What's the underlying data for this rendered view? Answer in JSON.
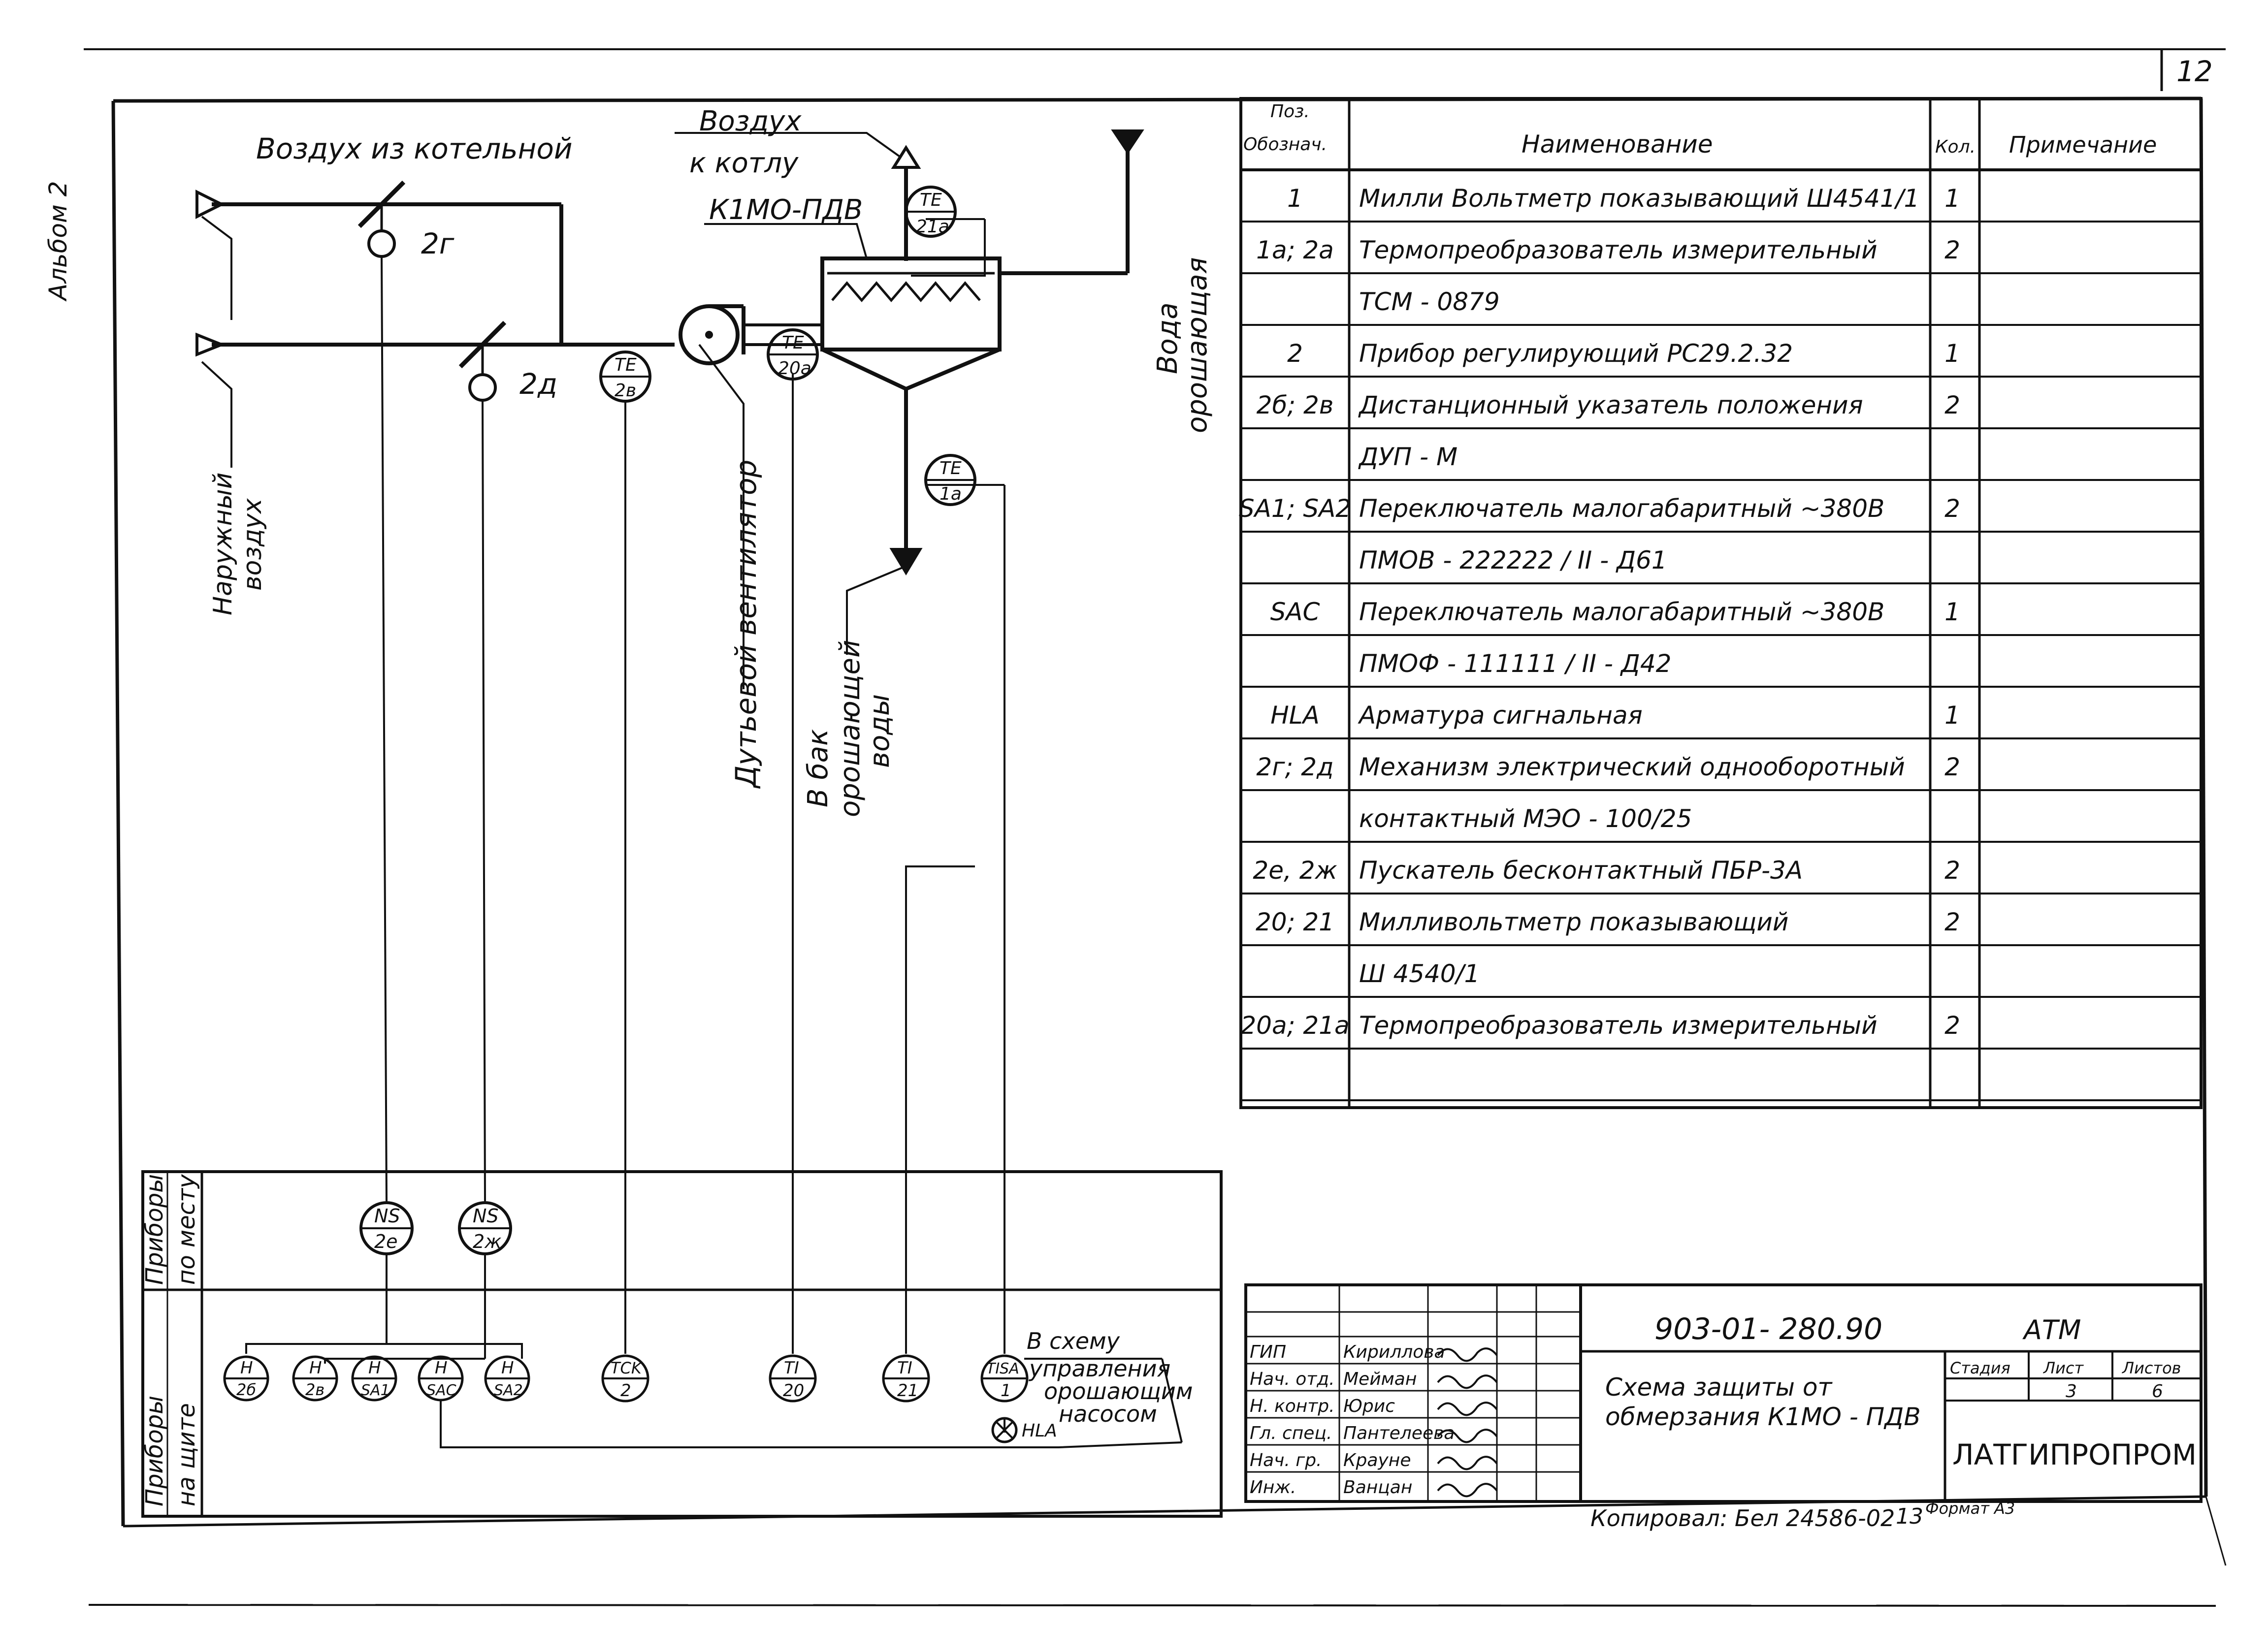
{
  "sheet": {
    "page_number": "12",
    "album": "Альбом 2"
  },
  "scheme": {
    "stream_labels": {
      "air_from_boiler_room": "Воздух из котельной",
      "air_to_boiler_line1": "Воздух",
      "air_to_boiler_line2": "к котлу",
      "apparatus": "К1МО-ПДВ",
      "outside_air_line1": "Наружный",
      "outside_air_line2": "воздух",
      "fan": "Дутьевой вентилятор",
      "water_to_tank_line1": "В бак",
      "water_to_tank_line2": "орошающей",
      "water_to_tank_line3": "воды",
      "spray_water_line1": "Вода",
      "spray_water_line2": "орошающая"
    },
    "valves": [
      {
        "label": "2г"
      },
      {
        "label": "2д"
      }
    ],
    "field_sensors": [
      {
        "letters": "TE",
        "number": "21а"
      },
      {
        "letters": "TE",
        "number": "2в"
      },
      {
        "letters": "TE",
        "number": "20а"
      },
      {
        "letters": "TE",
        "number": "1а"
      }
    ],
    "local_devices": [
      {
        "letters": "NS",
        "number": "2е"
      },
      {
        "letters": "NS",
        "number": "2ж"
      }
    ],
    "panel_devices": [
      {
        "letters": "H",
        "number": "2б"
      },
      {
        "letters": "H",
        "number": "2в"
      },
      {
        "letters": "H",
        "number": "SA1"
      },
      {
        "letters": "H",
        "number": "SAC"
      },
      {
        "letters": "H",
        "number": "SA2"
      },
      {
        "letters": "TCK",
        "number": "2"
      },
      {
        "letters": "TI",
        "number": "20"
      },
      {
        "letters": "TI",
        "number": "21"
      },
      {
        "letters": "TISA",
        "number": "1"
      }
    ],
    "lamp_label": "HLA",
    "note_line1": "В схему",
    "note_line2": "управления",
    "note_line3": "орошающим",
    "note_line4": "насосом",
    "row_labels": {
      "local_line1": "Приборы",
      "local_line2": "по месту",
      "panel_line1": "Приборы",
      "panel_line2": "на щите"
    }
  },
  "spec_table": {
    "headers": {
      "pos_line1": "Поз.",
      "pos_line2": "Обознач.",
      "name": "Наименование",
      "qty": "Кол.",
      "note": "Примечание"
    },
    "rows": [
      {
        "pos": "1",
        "name": "Милли Вольтметр показывающий Ш4541/1",
        "qty": "1"
      },
      {
        "pos": "1а; 2а",
        "name": "Термопреобразователь измерительный",
        "qty": "2"
      },
      {
        "pos": "",
        "name": "ТСМ - 0879",
        "qty": ""
      },
      {
        "pos": "2",
        "name": "Прибор регулирующий РС29.2.32",
        "qty": "1"
      },
      {
        "pos": "2б; 2в",
        "name": "Дистанционный указатель положения",
        "qty": "2"
      },
      {
        "pos": "",
        "name": "ДУП - М",
        "qty": ""
      },
      {
        "pos": "SA1; SA2",
        "name": "Переключатель малогабаритный ~380В",
        "qty": "2"
      },
      {
        "pos": "",
        "name": "ПМОВ - 222222 / II - Д61",
        "qty": ""
      },
      {
        "pos": "SAC",
        "name": "Переключатель малогабаритный ~380В",
        "qty": "1"
      },
      {
        "pos": "",
        "name": "ПМОФ - 111111 / II - Д42",
        "qty": ""
      },
      {
        "pos": "HLA",
        "name": "Арматура сигнальная",
        "qty": "1"
      },
      {
        "pos": "2г; 2д",
        "name": "Механизм электрический однооборотный",
        "qty": "2"
      },
      {
        "pos": "",
        "name": "контактный МЭО - 100/25",
        "qty": ""
      },
      {
        "pos": "2е, 2ж",
        "name": "Пускатель бесконтактный ПБР-3А",
        "qty": "2"
      },
      {
        "pos": "20; 21",
        "name": "Милливольтметр показывающий",
        "qty": "2"
      },
      {
        "pos": "",
        "name": "Ш 4540/1",
        "qty": ""
      },
      {
        "pos": "20а; 21а",
        "name": "Термопреобразователь измерительный",
        "qty": "2"
      },
      {
        "pos": "",
        "name": "",
        "qty": ""
      }
    ]
  },
  "title_block": {
    "doc_code": "903-01- 280.90",
    "mark": "АТМ",
    "title_line1": "Схема защиты от",
    "title_line2": "обмерзания К1МО - ПДВ",
    "stage_label": "Стадия",
    "sheet_label": "Лист",
    "sheets_label": "Листов",
    "sheet_no": "3",
    "sheets_total": "6",
    "organization": "ЛАТГИПРОПРОМ",
    "signers": [
      {
        "role": "ГИП",
        "name": "Кириллова"
      },
      {
        "role": "Нач. отд.",
        "name": "Мейман"
      },
      {
        "role": "Н. контр.",
        "name": "Юрис"
      },
      {
        "role": "Гл. спец.",
        "name": "Пантелеева"
      },
      {
        "role": "Нач. гр.",
        "name": "Крауне"
      },
      {
        "role": "Инж.",
        "name": "Ванцан"
      }
    ],
    "copied": "Копировал: Бел 24586-02",
    "copy_no": "13",
    "format": "Формат А3"
  },
  "colors": {
    "ink": "#111111",
    "paper": "#ffffff"
  }
}
